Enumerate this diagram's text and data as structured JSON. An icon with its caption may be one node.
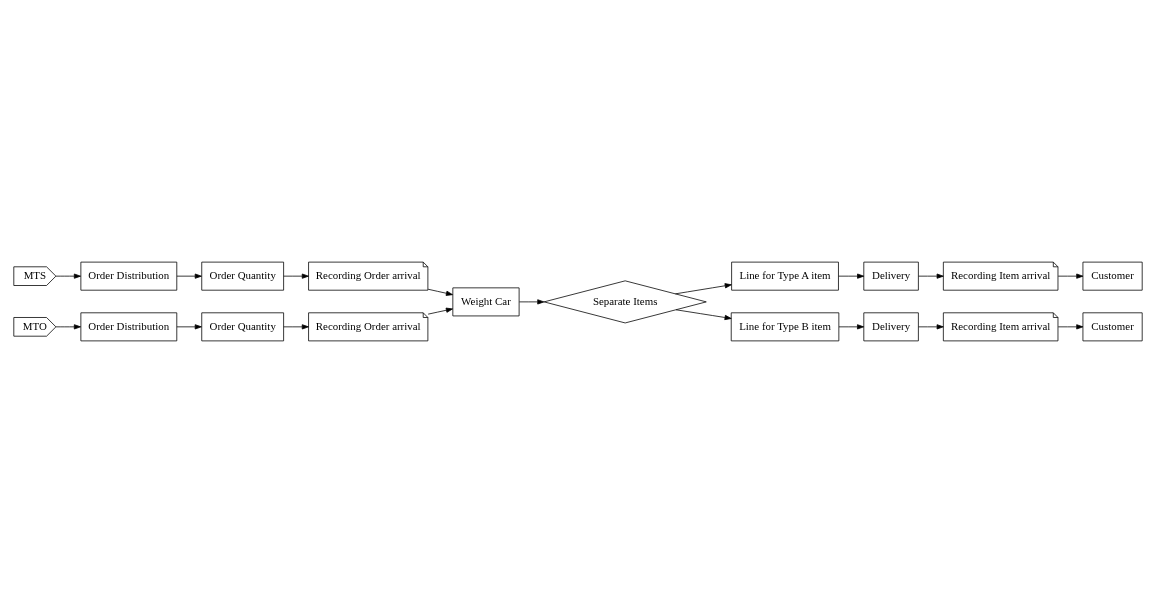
{
  "diagram": {
    "nodes": [
      {
        "text": [
          "MTS"
        ]
      },
      {
        "text": [
          "Order Distribution"
        ]
      },
      {
        "text": [
          "Order Quantity"
        ]
      },
      {
        "text": [
          "Recording Order arrival"
        ]
      },
      {
        "text": [
          "MTO"
        ]
      },
      {
        "text": [
          "Order Distribution"
        ]
      },
      {
        "text": [
          "Order Quantity"
        ]
      },
      {
        "text": [
          "Recording Order arrival"
        ]
      },
      {
        "text": [
          "Weight Car"
        ]
      },
      {
        "text": [
          "Separate Items"
        ]
      },
      {
        "text": [
          "Line for Type A item"
        ]
      },
      {
        "text": [
          "Delivery"
        ]
      },
      {
        "text": [
          "Recording Item arrival"
        ]
      },
      {
        "text": [
          "Customer"
        ]
      },
      {
        "text": [
          "Line for Type B item"
        ]
      },
      {
        "text": [
          "Delivery"
        ]
      },
      {
        "text": [
          "Recording Item arrival"
        ]
      },
      {
        "text": [
          "Customer"
        ]
      }
    ],
    "edges": [
      {
        "from": 0,
        "to": 1,
        "arrow": "to"
      },
      {
        "from": 1,
        "to": 2,
        "arrow": "to"
      },
      {
        "from": 2,
        "to": 3,
        "arrow": "to"
      },
      {
        "from": 4,
        "to": 5,
        "arrow": "to"
      },
      {
        "from": 5,
        "to": 6,
        "arrow": "to"
      },
      {
        "from": 6,
        "to": 7,
        "arrow": "to"
      },
      {
        "from": 3,
        "to": 8,
        "arrow": "to"
      },
      {
        "from": 7,
        "to": 8,
        "arrow": "to"
      },
      {
        "from": 8,
        "to": 9,
        "arrow": "to"
      },
      {
        "from": 9,
        "to": 10,
        "arrow": "to"
      },
      {
        "from": 9,
        "to": 14,
        "arrow": "to"
      },
      {
        "from": 10,
        "to": 11,
        "arrow": "to"
      },
      {
        "from": 11,
        "to": 12,
        "arrow": "to"
      },
      {
        "from": 12,
        "to": 13,
        "arrow": "to"
      },
      {
        "from": 14,
        "to": 15,
        "arrow": "to"
      },
      {
        "from": 15,
        "to": 16,
        "arrow": "to"
      },
      {
        "from": 16,
        "to": 17,
        "arrow": "to"
      }
    ]
  }
}
